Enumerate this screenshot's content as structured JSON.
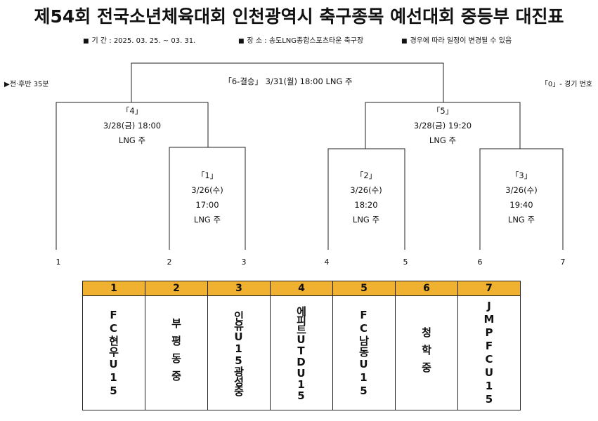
{
  "title": "제54회 전국소년체육대회 인천광역시 축구종목 예선대회 중등부 대진표",
  "info": {
    "period": "기 간 : 2025. 03. 25. ~ 03. 31.",
    "venue": "장 소 : 송도LNG종합스포츠타운 축구장",
    "notice": "경우에 따라 일정이 변경될 수 있음"
  },
  "notes": {
    "halves": "▶전·후반 35분",
    "legend": "「0」- 경기 번호"
  },
  "matches": {
    "final": {
      "label": "「6-결승」 3/31(월) 18:00 LNG 주"
    },
    "m4": {
      "num": "「4」",
      "date": "3/28(금) 18:00",
      "venue": "LNG 주"
    },
    "m5": {
      "num": "「5」",
      "date": "3/28(금) 19:20",
      "venue": "LNG 주"
    },
    "m1": {
      "num": "「1」",
      "date": "3/26(수)",
      "time": "17:00",
      "venue": "LNG 주"
    },
    "m2": {
      "num": "「2」",
      "date": "3/26(수)",
      "time": "18:20",
      "venue": "LNG 주"
    },
    "m3": {
      "num": "「3」",
      "date": "3/26(수)",
      "time": "19:40",
      "venue": "LNG 주"
    }
  },
  "seeds": [
    "1",
    "2",
    "3",
    "4",
    "5",
    "6",
    "7"
  ],
  "teams": [
    {
      "num": "1",
      "name": "FC현우U15"
    },
    {
      "num": "2",
      "name": "부평동중"
    },
    {
      "num": "3",
      "name": "인유U15광성중"
    },
    {
      "num": "4",
      "name": "에피트UTDU15"
    },
    {
      "num": "5",
      "name": "FC남동U15"
    },
    {
      "num": "6",
      "name": "청학중"
    },
    {
      "num": "7",
      "name": "JMPFCU15"
    }
  ],
  "colors": {
    "header_bg": "#f0b030",
    "line": "#222222"
  }
}
